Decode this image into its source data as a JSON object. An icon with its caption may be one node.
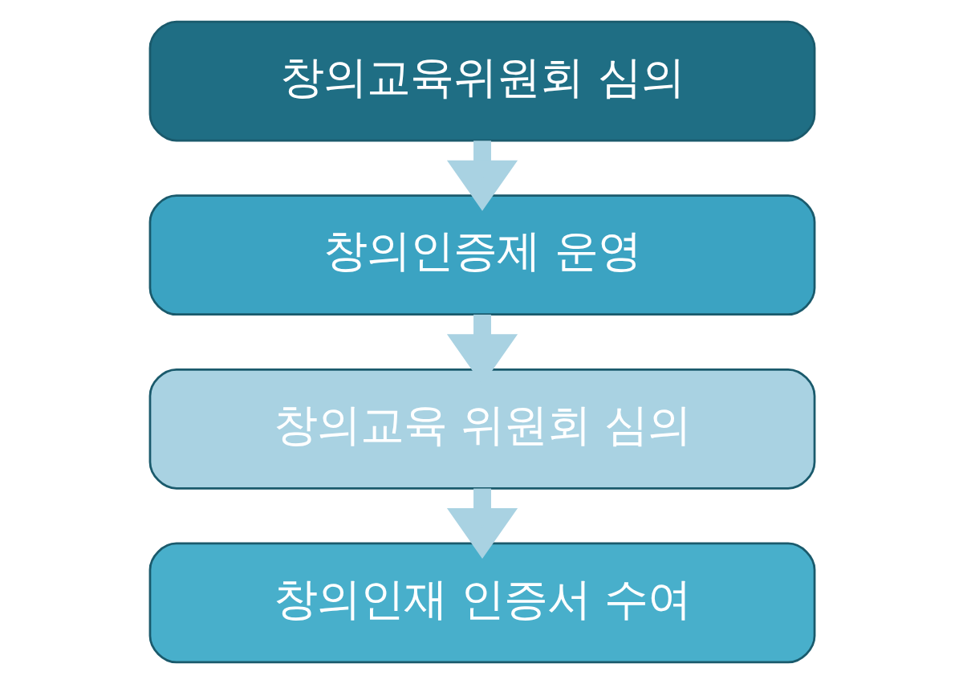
{
  "diagram": {
    "nodes": [
      {
        "text": [
          "창의교육위원회 심의"
        ]
      },
      {
        "text": [
          "창의인증제 운영"
        ]
      },
      {
        "text": [
          "창의교육 위원회 심의"
        ]
      },
      {
        "text": [
          "창의인재 인증서 수여"
        ]
      }
    ],
    "edges": [
      {
        "from": 0,
        "to": 1,
        "arrow": "to"
      },
      {
        "from": 1,
        "to": 2,
        "arrow": "to"
      },
      {
        "from": 2,
        "to": 3,
        "arrow": "to"
      }
    ]
  }
}
